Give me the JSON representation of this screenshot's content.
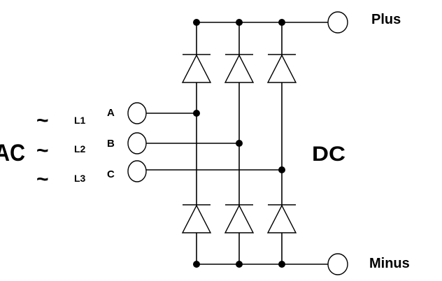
{
  "labels": {
    "ac": "AC",
    "dc": "DC",
    "plus": "Plus",
    "minus": "Minus",
    "tilde": "~",
    "lines": [
      "L1",
      "L2",
      "L3"
    ],
    "phases": [
      "A",
      "B",
      "C"
    ]
  }
}
